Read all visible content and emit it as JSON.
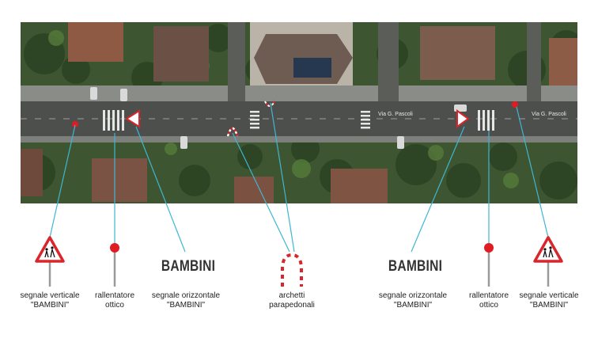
{
  "street_labels": [
    "Via G. Pascoli",
    "Via G. Pascoli"
  ],
  "items": [
    {
      "id": "sv-left",
      "line1": "segnale verticale",
      "line2": "\"BAMBINI\""
    },
    {
      "id": "ro-left",
      "line1": "rallentatore",
      "line2": "ottico"
    },
    {
      "id": "so-left",
      "line1": "segnale orizzontale",
      "line2": "\"BAMBINI\""
    },
    {
      "id": "ar",
      "line1": "archetti",
      "line2": "parapedonali"
    },
    {
      "id": "so-right",
      "line1": "segnale orizzontale",
      "line2": "\"BAMBINI\""
    },
    {
      "id": "ro-right",
      "line1": "rallentatore",
      "line2": "ottico"
    },
    {
      "id": "sv-right",
      "line1": "segnale verticale",
      "line2": "\"BAMBINI\""
    }
  ],
  "road_text_left": "BAMBINI",
  "road_text_right": "BAMBINI",
  "colors": {
    "leader": "#3fb6d3",
    "sign_red": "#d8262c",
    "road": "#4d4f4c",
    "grass": "#3e5a30"
  }
}
